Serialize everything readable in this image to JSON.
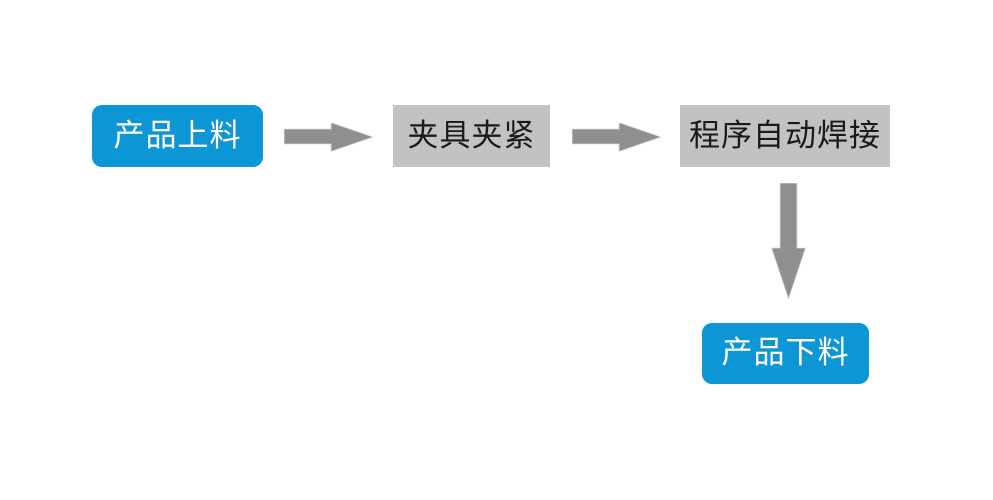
{
  "diagram": {
    "type": "flowchart",
    "background": "#ffffff",
    "nodes": [
      {
        "id": "step-1",
        "label": "产品上料",
        "shape": "rounded-rect",
        "fill": "#0d96d6",
        "text_color": "#ffffff"
      },
      {
        "id": "step-2",
        "label": "夹具夹紧",
        "shape": "rect",
        "fill": "#c2c2c2",
        "text_color": "#1a1a1a"
      },
      {
        "id": "step-3",
        "label": "程序自动焊接",
        "shape": "rect",
        "fill": "#c2c2c2",
        "text_color": "#1a1a1a"
      },
      {
        "id": "step-4",
        "label": "产品下料",
        "shape": "rounded-rect",
        "fill": "#0d96d6",
        "text_color": "#ffffff"
      }
    ],
    "connections": [
      {
        "from": "step-1",
        "to": "step-2",
        "direction": "right"
      },
      {
        "from": "step-2",
        "to": "step-3",
        "direction": "right"
      },
      {
        "from": "step-3",
        "to": "step-4",
        "direction": "down"
      }
    ],
    "arrow_color": "#8f8f8f",
    "arrow_outline": "#cfe0ec"
  }
}
